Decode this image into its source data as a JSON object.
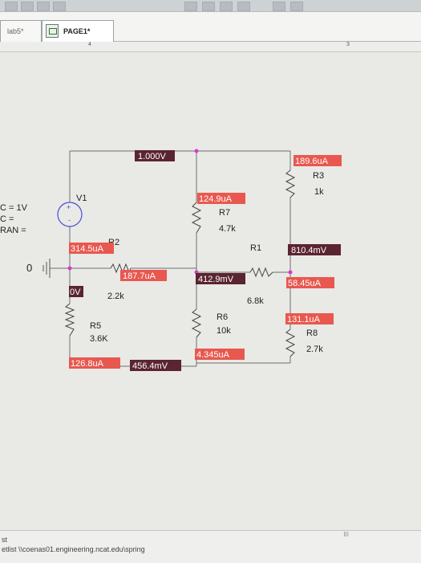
{
  "tabs": [
    {
      "label": "lab5*"
    },
    {
      "label": "PAGE1*"
    }
  ],
  "ruler": {
    "mark1": "4",
    "mark2": "3"
  },
  "circuit": {
    "source": {
      "name": "V1",
      "plus": "+",
      "minus": "-",
      "params": [
        "C = 1V",
        "C =",
        "RAN ="
      ]
    },
    "ground_label": "0",
    "resistors": [
      {
        "name": "R2",
        "value": "2.2k"
      },
      {
        "name": "R5",
        "value": "3.6K"
      },
      {
        "name": "R7",
        "value": "4.7k"
      },
      {
        "name": "R6",
        "value": "10k"
      },
      {
        "name": "R1",
        "value": "6.8k"
      },
      {
        "name": "R3",
        "value": "1k"
      },
      {
        "name": "R8",
        "value": "2.7k"
      }
    ],
    "voltage_markers": [
      {
        "label": "1.000V"
      },
      {
        "label": "810.4mV"
      },
      {
        "label": "412.9mV"
      },
      {
        "label": "456.4mV"
      },
      {
        "label": "0V"
      }
    ],
    "current_markers": [
      {
        "label": "189.6uA"
      },
      {
        "label": "124.9uA"
      },
      {
        "label": "314.5uA"
      },
      {
        "label": "187.7uA"
      },
      {
        "label": "58.45uA"
      },
      {
        "label": "131.1uA"
      },
      {
        "label": "126.8uA"
      },
      {
        "label": "4.345uA"
      }
    ]
  },
  "colors": {
    "voltage_marker_bg": "#5a2430",
    "current_marker_bg": "#e8584f",
    "wire": "#6e6e6e",
    "node": "#d63ad0"
  },
  "status": {
    "line1": "st",
    "line2": "etlist \\\\coenas01.engineering.ncat.edu\\spring",
    "grip": "III"
  }
}
